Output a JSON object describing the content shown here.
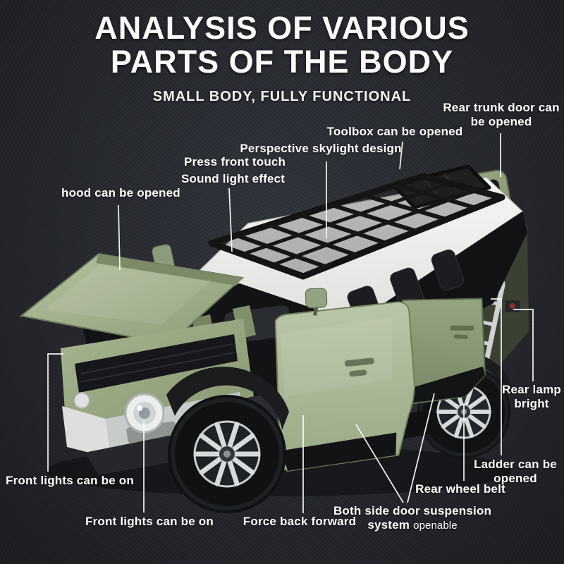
{
  "header": {
    "title_line1": "ANALYSIS OF VARIOUS",
    "title_line2": "PARTS OF THE BODY",
    "subtitle": "SMALL BODY, FULLY FUNCTIONAL"
  },
  "product": {
    "subject": "green die-cast model off-road SUV with opening hood, doors, trunk and roof-rack toolbox"
  },
  "callouts": {
    "hood": {
      "label": "hood can be opened"
    },
    "press_front_touch": {
      "label": "Press front touch"
    },
    "sound_light_effect": {
      "label": "Sound light effect"
    },
    "skylight": {
      "label": "Perspective skylight design"
    },
    "toolbox": {
      "label": "Toolbox can be opened"
    },
    "rear_trunk": {
      "line1": "Rear trunk door can",
      "line2": "be opened"
    },
    "rear_lamp": {
      "line1": "Rear lamp",
      "line2": "bright"
    },
    "ladder": {
      "line1": "Ladder can be",
      "line2": "opened"
    },
    "rear_wheel_belt": {
      "label": "Rear wheel belt"
    },
    "both_side_door": {
      "line1": "Both side door suspension",
      "line2_bold": "system",
      "line2_light": "openable"
    },
    "force_back": {
      "label": "Force back forward"
    },
    "front_lights_left": {
      "label": "Front lights can be on"
    },
    "front_lights_bottom": {
      "label": "Front lights can be on"
    }
  },
  "colors": {
    "background": "#23252a",
    "label_text": "#ffffff",
    "body_green": "#9dab8b",
    "roof_white": "#f1f2f0",
    "rack_black": "#1b1b1b",
    "rim_silver": "#d6dadb"
  }
}
